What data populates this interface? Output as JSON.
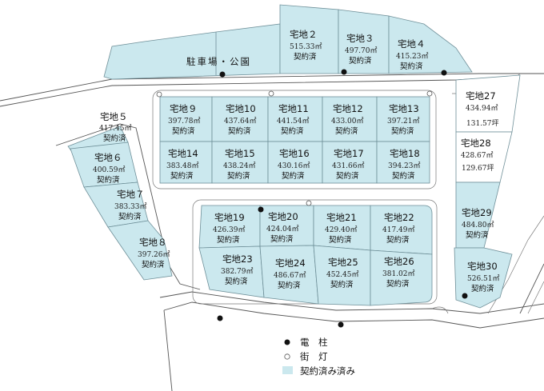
{
  "park_label": "駐車場・公園",
  "lots": {
    "lot2": {
      "name": "宅地２",
      "area": "515.33㎡",
      "status": "契約済"
    },
    "lot3": {
      "name": "宅地３",
      "area": "497.70㎡",
      "status": "契約済"
    },
    "lot4": {
      "name": "宅地４",
      "area": "415.23㎡",
      "status": "契約済"
    },
    "lot5": {
      "name": "宅地５",
      "area": "417.45㎡",
      "status": "契約済"
    },
    "lot6": {
      "name": "宅地６",
      "area": "400.59㎡",
      "status": "契約済"
    },
    "lot7": {
      "name": "宅地７",
      "area": "383.33㎡",
      "status": "契約済"
    },
    "lot8": {
      "name": "宅地８",
      "area": "397.26㎡",
      "status": "契約済"
    },
    "lot9": {
      "name": "宅地９",
      "area": "397.78㎡",
      "status": "契約済"
    },
    "lot10": {
      "name": "宅地10",
      "area": "437.64㎡",
      "status": "契約済"
    },
    "lot11": {
      "name": "宅地11",
      "area": "441.54㎡",
      "status": "契約済"
    },
    "lot12": {
      "name": "宅地12",
      "area": "433.00㎡",
      "status": "契約済"
    },
    "lot13": {
      "name": "宅地13",
      "area": "397.21㎡",
      "status": "契約済"
    },
    "lot14": {
      "name": "宅地14",
      "area": "383.48㎡",
      "status": "契約済"
    },
    "lot15": {
      "name": "宅地15",
      "area": "438.24㎡",
      "status": "契約済"
    },
    "lot16": {
      "name": "宅地16",
      "area": "430.16㎡",
      "status": "契約済"
    },
    "lot17": {
      "name": "宅地17",
      "area": "431.66㎡",
      "status": "契約済"
    },
    "lot18": {
      "name": "宅地18",
      "area": "394.23㎡",
      "status": "契約済"
    },
    "lot19": {
      "name": "宅地19",
      "area": "426.39㎡",
      "status": "契約済"
    },
    "lot20": {
      "name": "宅地20",
      "area": "424.04㎡",
      "status": "契約済"
    },
    "lot21": {
      "name": "宅地21",
      "area": "429.40㎡",
      "status": "契約済"
    },
    "lot22": {
      "name": "宅地22",
      "area": "417.49㎡",
      "status": "契約済"
    },
    "lot23": {
      "name": "宅地23",
      "area": "382.79㎡",
      "status": "契約済"
    },
    "lot24": {
      "name": "宅地24",
      "area": "486.67㎡",
      "status": "契約済"
    },
    "lot25": {
      "name": "宅地25",
      "area": "452.45㎡",
      "status": "契約済"
    },
    "lot26": {
      "name": "宅地26",
      "area": "381.02㎡",
      "status": "契約済"
    },
    "lot27": {
      "name": "宅地27",
      "area": "434.94㎡",
      "tsubo": "131.57坪",
      "status": ""
    },
    "lot28": {
      "name": "宅地28",
      "area": "428.67㎡",
      "tsubo": "129.67坪",
      "status": ""
    },
    "lot29": {
      "name": "宅地29",
      "area": "484.80㎡",
      "status": "契約済"
    },
    "lot30": {
      "name": "宅地30",
      "area": "526.51㎡",
      "status": "契約済"
    }
  },
  "legend": {
    "pole": "電　柱",
    "lamp": "街　灯",
    "contracted": "契約済み済み"
  },
  "colors": {
    "contracted_fill": "#cbe8ee",
    "available_fill": "#ffffff",
    "pole": "#111111"
  }
}
